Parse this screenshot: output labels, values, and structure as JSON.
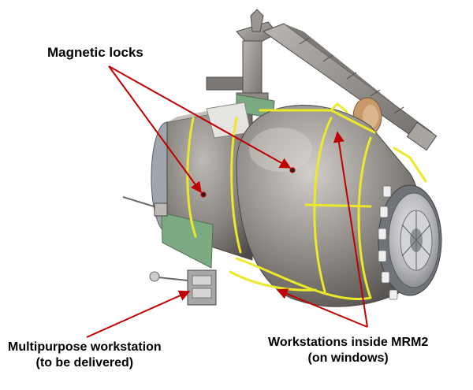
{
  "labels": {
    "magnetic_locks": "Magnetic locks",
    "multipurpose": {
      "line1": "Multipurpose workstation",
      "line2": "(to be delivered)"
    },
    "workstations": {
      "line1": "Workstations inside MRM2",
      "line2": "(on windows)"
    }
  },
  "colors": {
    "hull": "#8b8884",
    "hull_light": "#c4c1bc",
    "handrail": "#ece82a",
    "arrow": "#c00000",
    "panel_green": "#7cab82",
    "crane": "#8e8a86",
    "antenna_dish": "#c8996a"
  }
}
